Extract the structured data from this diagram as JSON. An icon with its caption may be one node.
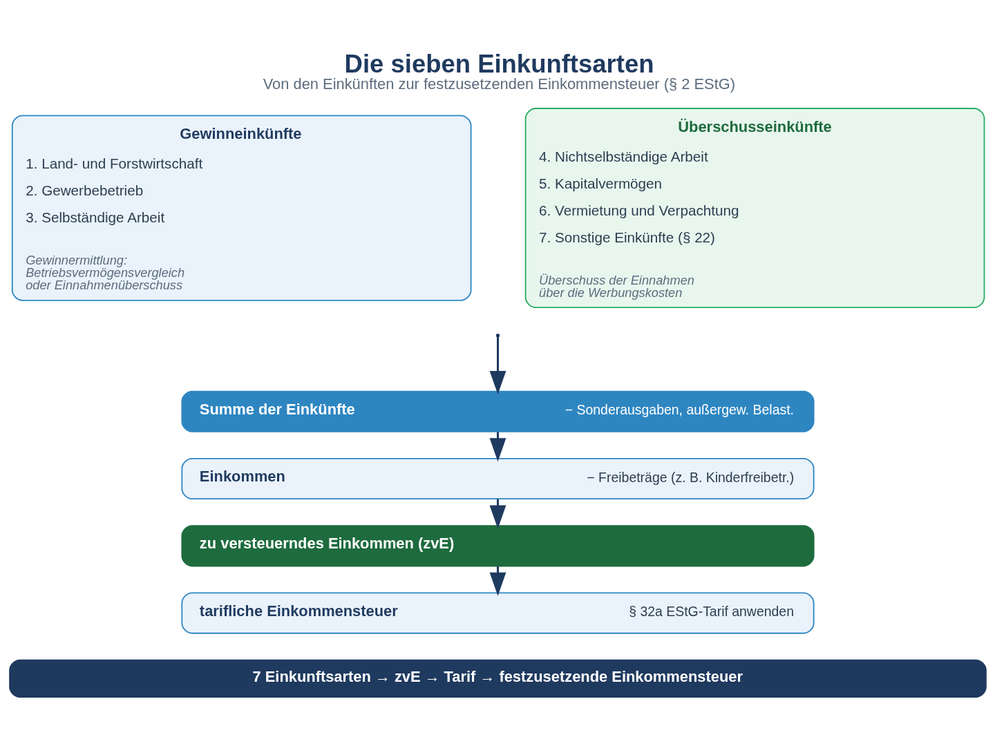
{
  "diagram": {
    "title": "Die sieben Einkunftsarten",
    "caption": "Von den Einkünften zur festzusetzenden Einkommensteuer (§ 2 EStG)",
    "nodes": [
      {
        "text": [
          "Gewinneinkünfte",
          "1. Land- und Forstwirtschaft",
          "2. Gewerbebetrieb",
          "3. Selbständige Arbeit",
          "Gewinnermittlung: Betriebsvermögensvergleich oder Einnahmenüberschuss"
        ]
      },
      {
        "text": [
          "Überschusseinkünfte",
          "4. Nichtselbständige Arbeit",
          "5. Kapitalvermögen",
          "6. Vermietung und Verpachtung",
          "7. Sonstige Einkünfte (§ 22)",
          "Überschuss der Einnahmen über die Werbungskosten"
        ]
      },
      {
        "text": [
          "Summe der Einkünfte",
          "− Sonderausgaben, außergew. Belast."
        ]
      },
      {
        "text": [
          "Einkommen",
          "− Freibeträge (z. B. Kinderfreibetr.)"
        ]
      },
      {
        "text": [
          "zu versteuerndes Einkommen (zvE)"
        ]
      },
      {
        "text": [
          "tarifliche Einkommensteuer",
          "§ 32a EStG-Tarif anwenden"
        ]
      },
      {
        "text": [
          "7 Einkunftsarten → zvE → Tarif → festzusetzende Einkommensteuer"
        ]
      }
    ],
    "edges": [
      {
        "from": null,
        "to": 2,
        "arrow": "to"
      },
      {
        "from": 2,
        "to": 3,
        "arrow": "to"
      },
      {
        "from": 3,
        "to": 4,
        "arrow": "to"
      },
      {
        "from": 4,
        "to": 5,
        "arrow": "to"
      }
    ]
  }
}
